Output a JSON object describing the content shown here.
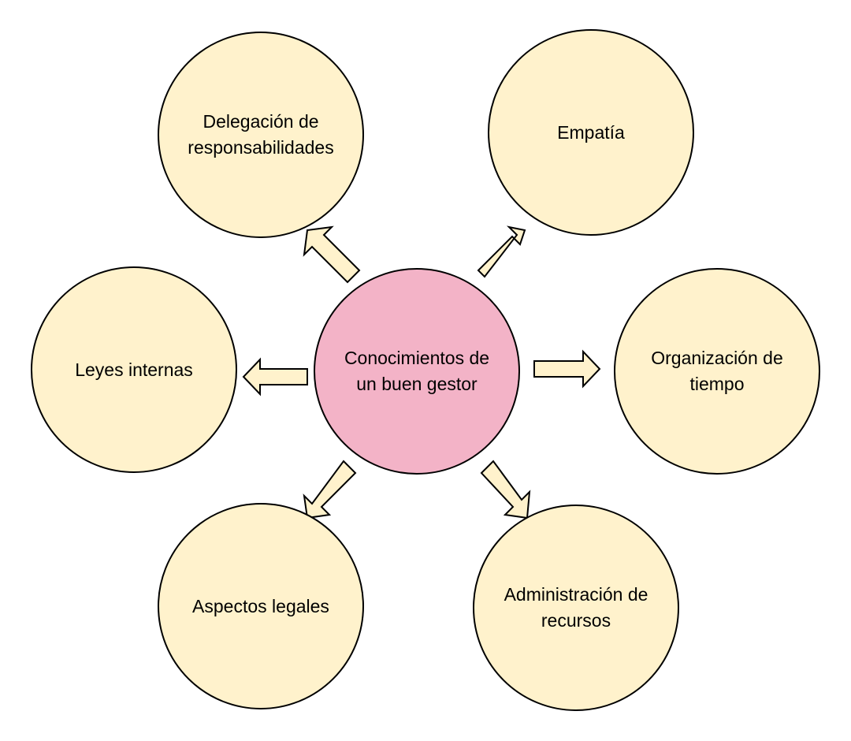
{
  "colors": {
    "center_fill": "#F3B3C7",
    "satellite_fill": "#FFF2CC",
    "arrow_fill": "#FFF2CC",
    "stroke": "#000000"
  },
  "center": {
    "label": "Conocimientos de\nun buen gestor"
  },
  "nodes": {
    "delegacion": {
      "label": "Delegación de\nresponsabilidades"
    },
    "empatia": {
      "label": "Empatía"
    },
    "leyes": {
      "label": "Leyes internas"
    },
    "organizacion": {
      "label": "Organización de\ntiempo"
    },
    "aspectos": {
      "label": "Aspectos legales"
    },
    "administracion": {
      "label": "Administración de\nrecursos"
    }
  }
}
